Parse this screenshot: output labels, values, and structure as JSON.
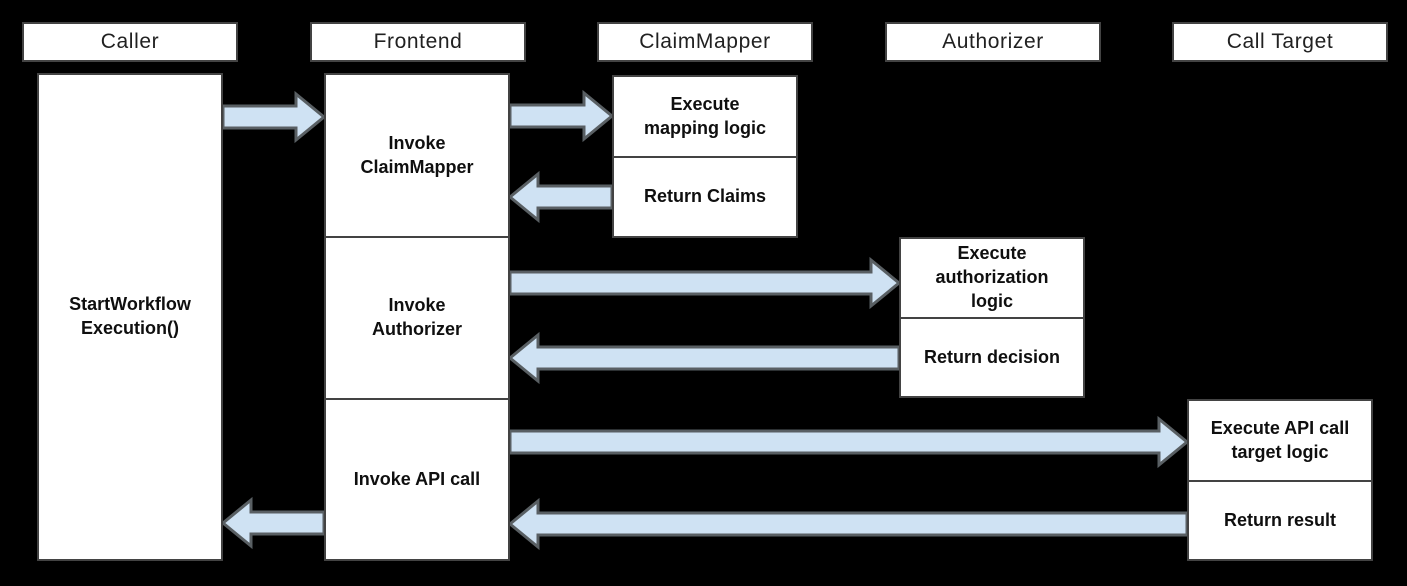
{
  "colors": {
    "background": "#000000",
    "box-fill": "#ffffff",
    "box-border": "#434343",
    "arrow-fill": "#cfe2f3",
    "arrow-stroke": "#595f63",
    "header-text": "#212121",
    "step-text": "#0f0f0f"
  },
  "sequence": {
    "actors": [
      {
        "label": "Caller"
      },
      {
        "label": "Frontend"
      },
      {
        "label": "ClaimMapper"
      },
      {
        "label": "Authorizer"
      },
      {
        "label": "Call Target"
      }
    ],
    "activations": {
      "caller": {
        "label": "StartWorkflow\nExecution()"
      },
      "frontend": [
        {
          "label": "Invoke\nClaimMapper"
        },
        {
          "label": "Invoke\nAuthorizer"
        },
        {
          "label": "Invoke API call"
        }
      ],
      "claimmapper": [
        {
          "label": "Execute\nmapping logic"
        },
        {
          "label": "Return Claims"
        }
      ],
      "authorizer": [
        {
          "label": "Execute\nauthorization\nlogic"
        },
        {
          "label": "Return decision"
        }
      ],
      "call_target": [
        {
          "label": "Execute API call\ntarget logic"
        },
        {
          "label": "Return result"
        }
      ]
    },
    "messages": [
      {
        "from": "Caller",
        "to": "Frontend",
        "kind": "call"
      },
      {
        "from": "Frontend",
        "to": "ClaimMapper",
        "kind": "call"
      },
      {
        "from": "ClaimMapper",
        "to": "Frontend",
        "kind": "return"
      },
      {
        "from": "Frontend",
        "to": "Authorizer",
        "kind": "call"
      },
      {
        "from": "Authorizer",
        "to": "Frontend",
        "kind": "return"
      },
      {
        "from": "Frontend",
        "to": "Call Target",
        "kind": "call"
      },
      {
        "from": "Call Target",
        "to": "Frontend",
        "kind": "return"
      },
      {
        "from": "Frontend",
        "to": "Caller",
        "kind": "return"
      }
    ]
  }
}
